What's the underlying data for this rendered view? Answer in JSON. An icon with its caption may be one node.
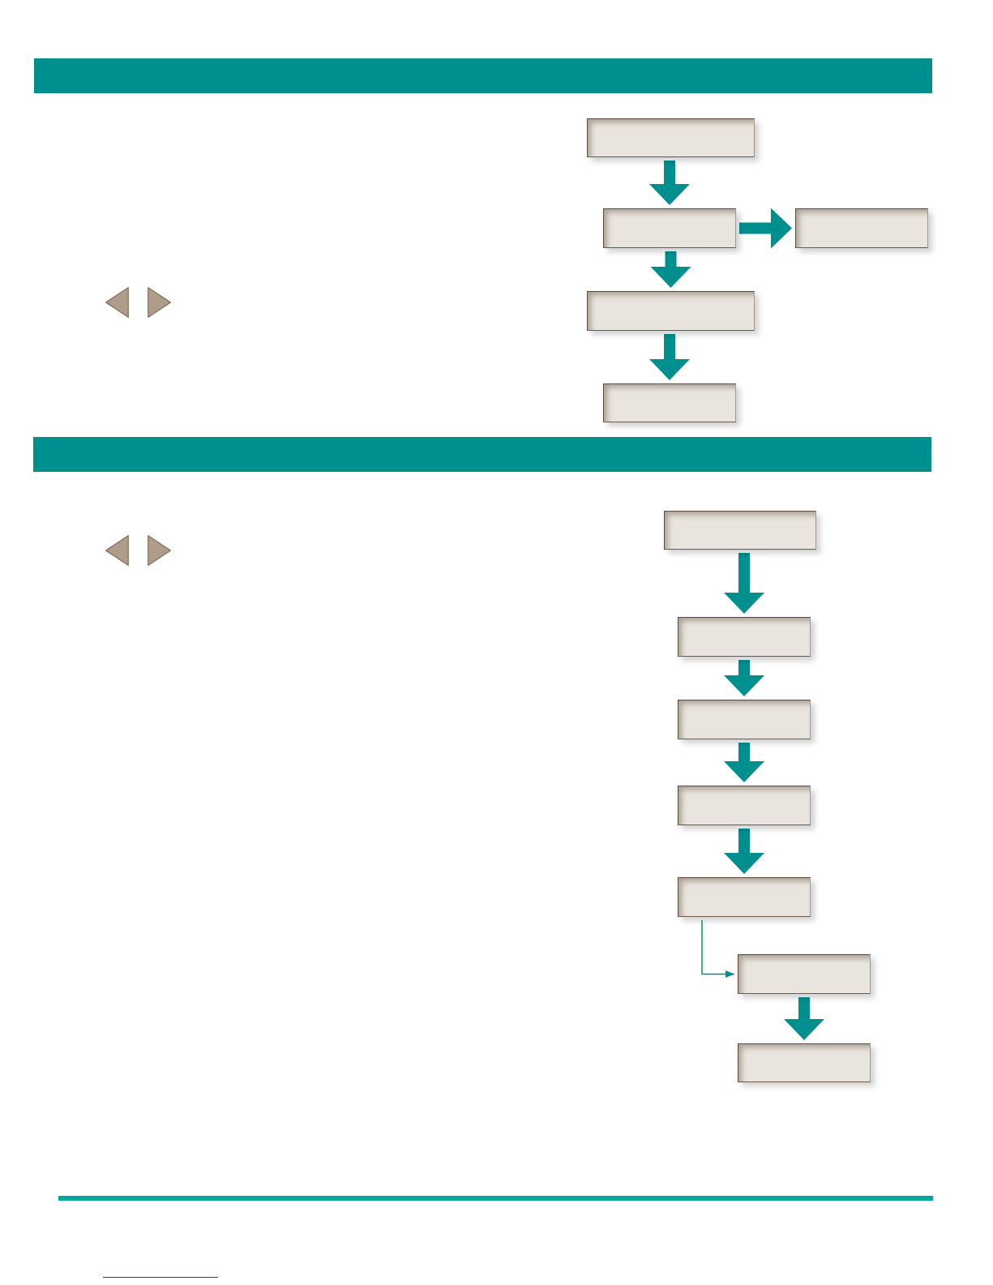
{
  "diagram": {
    "nodes": [
      {
        "text": [],
        "shape": "box"
      },
      {
        "text": [],
        "shape": "box"
      },
      {
        "text": [],
        "shape": "box"
      },
      {
        "text": [],
        "shape": "box"
      },
      {
        "text": [],
        "shape": "box"
      },
      {
        "text": [],
        "shape": "box"
      },
      {
        "text": [],
        "shape": "box"
      },
      {
        "text": [],
        "shape": "box"
      },
      {
        "text": [],
        "shape": "box"
      },
      {
        "text": [],
        "shape": "box"
      },
      {
        "text": [],
        "shape": "box"
      },
      {
        "text": [],
        "shape": "box"
      }
    ],
    "edges": [
      {
        "from": 0,
        "to": 1,
        "arrow": "to"
      },
      {
        "from": 1,
        "to": 2,
        "arrow": "to"
      },
      {
        "from": 1,
        "to": 3,
        "arrow": "to"
      },
      {
        "from": 3,
        "to": 4,
        "arrow": "to"
      },
      {
        "from": 5,
        "to": 6,
        "arrow": "to"
      },
      {
        "from": 6,
        "to": 7,
        "arrow": "to"
      },
      {
        "from": 7,
        "to": 8,
        "arrow": "to"
      },
      {
        "from": 8,
        "to": 9,
        "arrow": "to"
      },
      {
        "from": 9,
        "to": 10,
        "arrow": "to"
      },
      {
        "from": 10,
        "to": 11,
        "arrow": "to"
      }
    ]
  }
}
